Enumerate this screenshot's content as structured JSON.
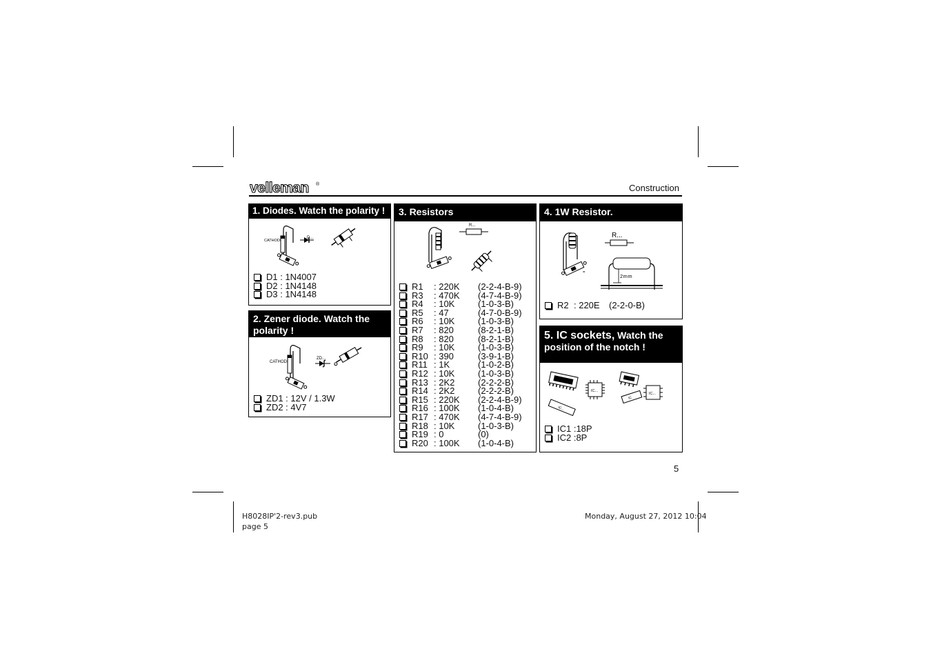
{
  "header": {
    "brand": "velleman",
    "brand_mark": "®",
    "section": "Construction"
  },
  "boxes": {
    "diodes": {
      "title": "1. Diodes. Watch the polarity !",
      "cathode_label": "CATHODE",
      "symbol_label": "D...",
      "items": [
        "D1 : 1N4007",
        "D2 : 1N4148",
        "D3 : 1N4148"
      ]
    },
    "zener": {
      "title": "2. Zener diode. Watch the polarity !",
      "cathode_label": "CATHODE",
      "symbol_label": "ZD...",
      "items": [
        "ZD1 : 12V / 1.3W",
        "ZD2 :  4V7"
      ]
    },
    "resistors": {
      "title": "3. Resistors",
      "symbol_label": "R...",
      "items": [
        {
          "ref": "R1",
          "value": ": 220K",
          "code": "(2-2-4-B-9)"
        },
        {
          "ref": "R3",
          "value": ": 470K",
          "code": "(4-7-4-B-9)"
        },
        {
          "ref": "R4",
          "value": ": 10K",
          "code": "(1-0-3-B)"
        },
        {
          "ref": "R5",
          "value": ": 47",
          "code": "(4-7-0-B-9)"
        },
        {
          "ref": "R6",
          "value": ": 10K",
          "code": "(1-0-3-B)"
        },
        {
          "ref": "R7",
          "value": ": 820",
          "code": "(8-2-1-B)"
        },
        {
          "ref": "R8",
          "value": ": 820",
          "code": "(8-2-1-B)"
        },
        {
          "ref": "R9",
          "value": ": 10K",
          "code": "(1-0-3-B)"
        },
        {
          "ref": "R10",
          "value": ": 390",
          "code": "(3-9-1-B)"
        },
        {
          "ref": "R11",
          "value": ": 1K",
          "code": "(1-0-2-B)"
        },
        {
          "ref": "R12",
          "value": ": 10K",
          "code": "(1-0-3-B)"
        },
        {
          "ref": "R13",
          "value": ": 2K2",
          "code": "(2-2-2-B)"
        },
        {
          "ref": "R14",
          "value": ": 2K2",
          "code": "(2-2-2-B)"
        },
        {
          "ref": "R15",
          "value": ": 220K",
          "code": "(2-2-4-B-9)"
        },
        {
          "ref": "R16",
          "value": ": 100K",
          "code": "(1-0-4-B)"
        },
        {
          "ref": "R17",
          "value": ": 470K",
          "code": "(4-7-4-B-9)"
        },
        {
          "ref": "R18",
          "value": ": 10K",
          "code": "(1-0-3-B)"
        },
        {
          "ref": "R19",
          "value": ": 0",
          "code": "(0)"
        },
        {
          "ref": "R20",
          "value": ": 100K",
          "code": "(1-0-4-B)"
        }
      ]
    },
    "resistor_1w": {
      "title": "4. 1W Resistor.",
      "symbol_label": "R...",
      "gap_label": "2mm",
      "item": {
        "ref": "R2",
        "value": ": 220E",
        "code": "(2-2-0-B)"
      }
    },
    "ic_sockets": {
      "title_big": "5. IC sockets,",
      "title_small": " Watch the position of the notch !",
      "chip_label": "IC...",
      "items": [
        "IC1  :18P",
        "IC2  :8P"
      ]
    }
  },
  "page_number": "5",
  "footer": {
    "file": "H8028IP'2-rev3.pub",
    "page": "page 5",
    "timestamp": "Monday, August 27, 2012 10:04"
  }
}
